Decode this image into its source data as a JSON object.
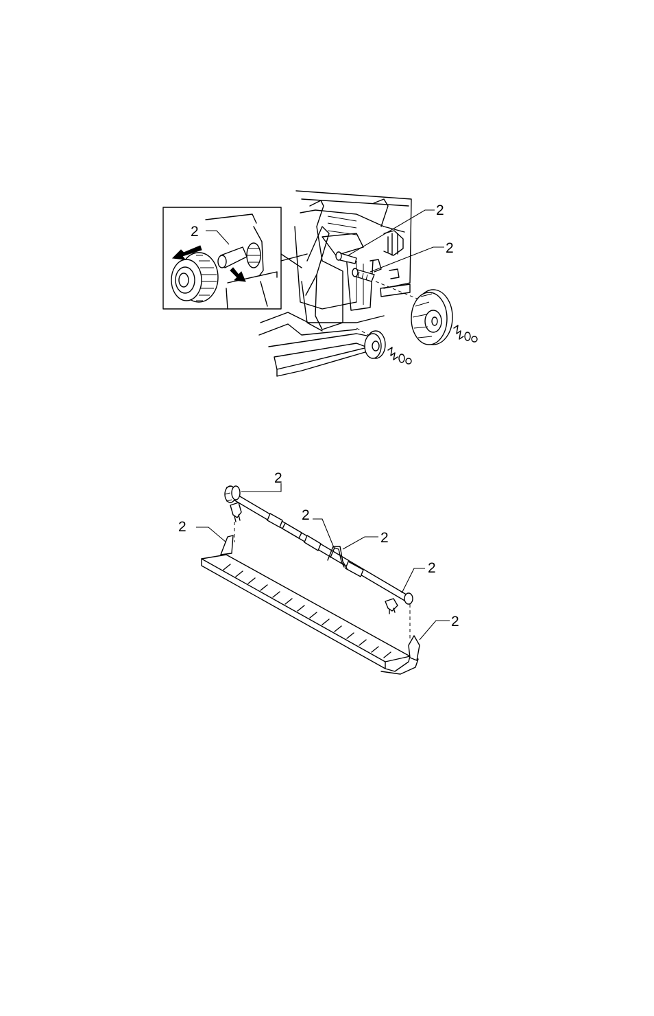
{
  "figure1": {
    "callouts": [
      "2",
      "2",
      "2"
    ]
  },
  "figure2": {
    "callouts": [
      "2",
      "2",
      "2",
      "2",
      "2",
      "2"
    ]
  }
}
